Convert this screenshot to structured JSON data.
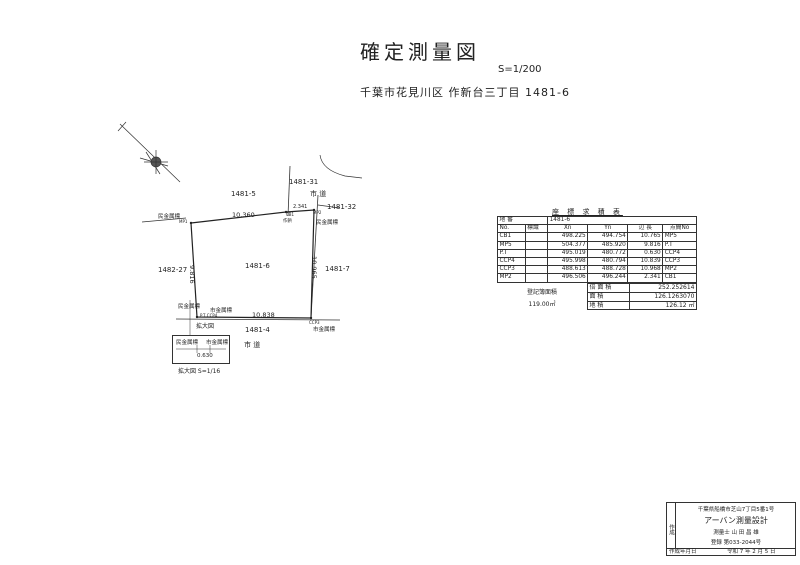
{
  "header": {
    "title": "確定測量図",
    "scale": "S=1/200",
    "address": "千葉市花見川区 作新台三丁目 1481-6"
  },
  "map": {
    "parcels": {
      "p1481_5": "1481-5",
      "p1481_31": "1481-31",
      "p1481_32": "1481-32",
      "p1481_27": "1482-27",
      "p1481_6": "1481-6",
      "p1481_7": "1481-7",
      "p1481_4": "1481-4"
    },
    "roads": {
      "road_top": "市 道",
      "road_bottom": "市 道"
    },
    "edges": {
      "top": "10.360",
      "top_right": "2.341",
      "left": "9.816",
      "right": "10.965",
      "bottom": "10.838"
    },
    "markers": {
      "m_nw": "民金属標",
      "m_nw_id": "MP1",
      "m_n": "作鋲",
      "m_n_id": "CB1",
      "m_ne": "民金属標",
      "m_ne_id": "MP2",
      "m_sw1": "民金属標",
      "m_sw2": "市金属標",
      "m_sw_id": "P.T  CCP4",
      "m_se": "市金属標",
      "m_se_id": "CCP3",
      "enlarge": "拡大図"
    },
    "inset": {
      "a": "民金属標",
      "b": "市金属標",
      "dist": "0.630",
      "caption": "拡大図 S=1/16"
    }
  },
  "coord_table": {
    "title": "座 標 求 積 表",
    "chiban_label": "地 番",
    "chiban_value": "1481-6",
    "headers": [
      "No.",
      "標識",
      "Xn",
      "Yn",
      "辺 長",
      "点間No"
    ],
    "rows": [
      [
        "CB1",
        "",
        "498.225",
        "494.754",
        "10.765",
        "MP5"
      ],
      [
        "MP5",
        "",
        "504.377",
        "485.920",
        "9.816",
        "P.T"
      ],
      [
        "P.T",
        "",
        "495.019",
        "480.772",
        "0.630",
        "CCP4"
      ],
      [
        "CCP4",
        "",
        "495.998",
        "480.794",
        "10.839",
        "CCP3"
      ],
      [
        "CCP3",
        "",
        "488.613",
        "488.728",
        "10.968",
        "MP2"
      ],
      [
        "MP2",
        "",
        "496.506",
        "496.244",
        "2.341",
        "CB1"
      ]
    ],
    "registered_label": "登記簿面積",
    "registered_value": "119.00㎡",
    "area_rows": [
      [
        "倍 面 積",
        "252.252614"
      ],
      [
        "面 積",
        "126.1263070"
      ],
      [
        "地 積",
        "126.12  ㎡"
      ]
    ]
  },
  "title_block": {
    "side": "作成",
    "line1": "千葉県船橋市芝山7丁目5番1号",
    "line2": "アーバン測量設計",
    "line3": "測量士 山 田 昌 雄",
    "line4": "登録 第033-2044号",
    "date_label": "作成年月日",
    "date_value": "令和 7 年 2 月 5 日"
  }
}
